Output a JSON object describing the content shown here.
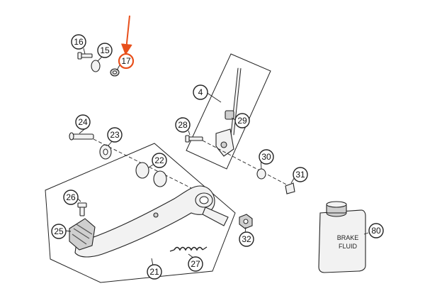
{
  "callouts": [
    {
      "id": "c16",
      "label": "16"
    },
    {
      "id": "c15",
      "label": "15"
    },
    {
      "id": "c17",
      "label": "17",
      "highlighted": true
    },
    {
      "id": "c4",
      "label": "4"
    },
    {
      "id": "c24",
      "label": "24"
    },
    {
      "id": "c23",
      "label": "23"
    },
    {
      "id": "c28",
      "label": "28"
    },
    {
      "id": "c29",
      "label": "29"
    },
    {
      "id": "c22",
      "label": "22"
    },
    {
      "id": "c30",
      "label": "30"
    },
    {
      "id": "c31",
      "label": "31"
    },
    {
      "id": "c26",
      "label": "26"
    },
    {
      "id": "c25",
      "label": "25"
    },
    {
      "id": "c32",
      "label": "32"
    },
    {
      "id": "c27",
      "label": "27"
    },
    {
      "id": "c21",
      "label": "21"
    },
    {
      "id": "c80",
      "label": "80"
    }
  ],
  "bottle": {
    "line1": "BRAKE",
    "line2": "FLUID"
  },
  "colors": {
    "highlight": "#e8501c",
    "line": "#222222",
    "background": "#ffffff"
  }
}
